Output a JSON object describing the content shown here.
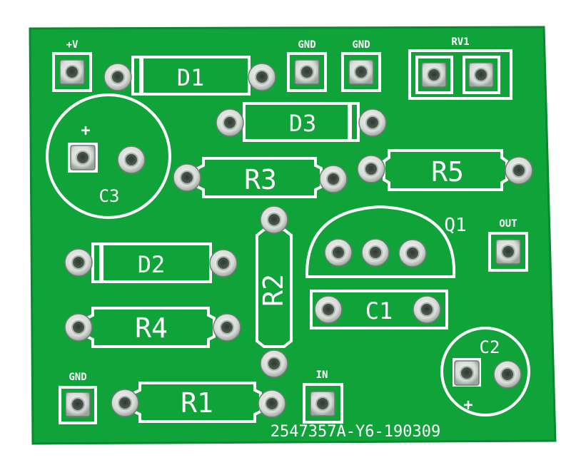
{
  "board": {
    "colors": {
      "background": "#ffffff",
      "soldermask": "#0fa33a",
      "soldermask_edge": "#0a8a30",
      "silkscreen": "#ffffff",
      "pad": "#dfe3df",
      "pad_shadow": "#5d6b60",
      "hole": "#37433a"
    },
    "serial": "2547357A-Y6-190309",
    "labels": {
      "plus_v": "+V",
      "gnd_top_left": "GND",
      "gnd_top_right": "GND",
      "rv1": "RV1",
      "d1": "D1",
      "d2": "D2",
      "d3": "D3",
      "r1": "R1",
      "r2": "R2",
      "r3": "R3",
      "r4": "R4",
      "r5": "R5",
      "c1": "C1",
      "c2": "C2",
      "c3": "C3",
      "q1": "Q1",
      "out": "OUT",
      "in": "IN",
      "gnd_bottom": "GND",
      "c3_plus": "+",
      "c2_plus": "+"
    }
  }
}
